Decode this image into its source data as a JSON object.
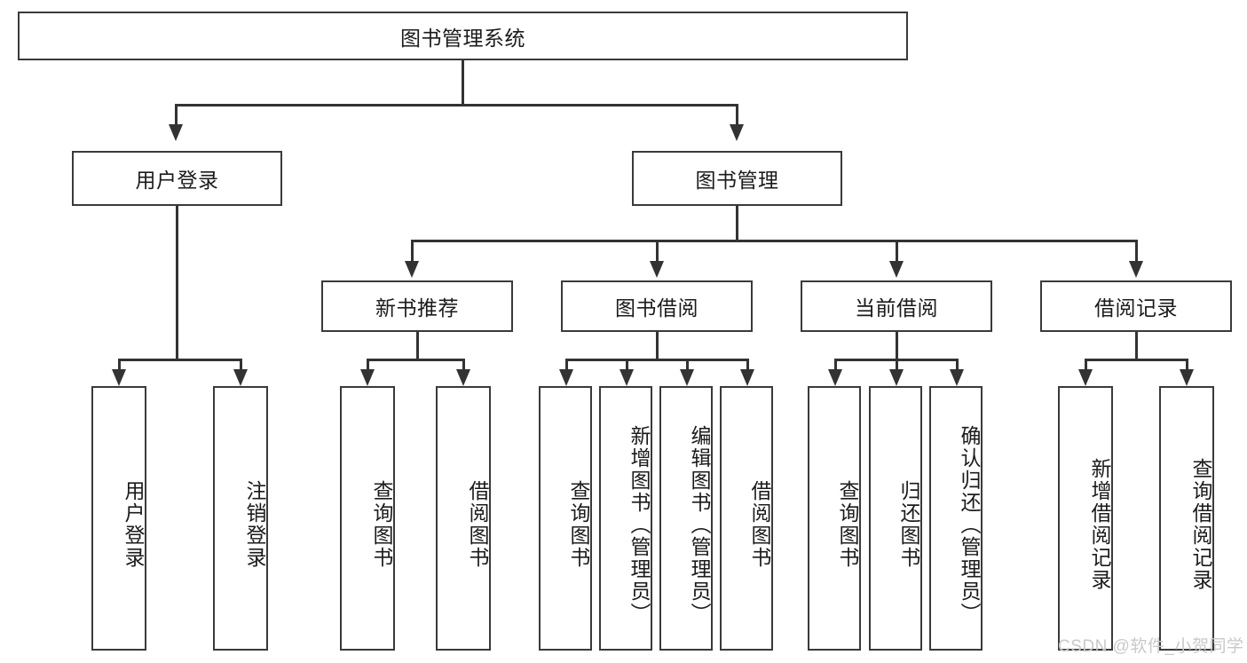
{
  "diagram": {
    "type": "tree-hierarchy",
    "title": "图书管理系统",
    "watermark": "CSDN @软件_小贺同学",
    "colors": {
      "border": "#3a3a3a",
      "line": "#333333",
      "text": "#1b1b1b",
      "background": "#ffffff",
      "watermark": "#c9c9c9"
    },
    "root": {
      "label": "图书管理系统"
    },
    "level2": [
      {
        "label": "用户登录"
      },
      {
        "label": "图书管理"
      }
    ],
    "level3": [
      {
        "label": "新书推荐"
      },
      {
        "label": "图书借阅"
      },
      {
        "label": "当前借阅"
      },
      {
        "label": "借阅记录"
      }
    ],
    "leaves": {
      "user_login": [
        {
          "label": "用户登录"
        },
        {
          "label": "注销登录"
        }
      ],
      "new_book": [
        {
          "label": "查询图书"
        },
        {
          "label": "借阅图书"
        }
      ],
      "book_borrow": [
        {
          "label": "查询图书"
        },
        {
          "label": "新增图书（管理员）"
        },
        {
          "label": "编辑图书（管理员）"
        },
        {
          "label": "借阅图书"
        }
      ],
      "current_borrow": [
        {
          "label": "查询图书"
        },
        {
          "label": "归还图书"
        },
        {
          "label": "确认归还（管理员）"
        }
      ],
      "borrow_record": [
        {
          "label": "新增借阅记录"
        },
        {
          "label": "查询借阅记录"
        }
      ]
    }
  }
}
